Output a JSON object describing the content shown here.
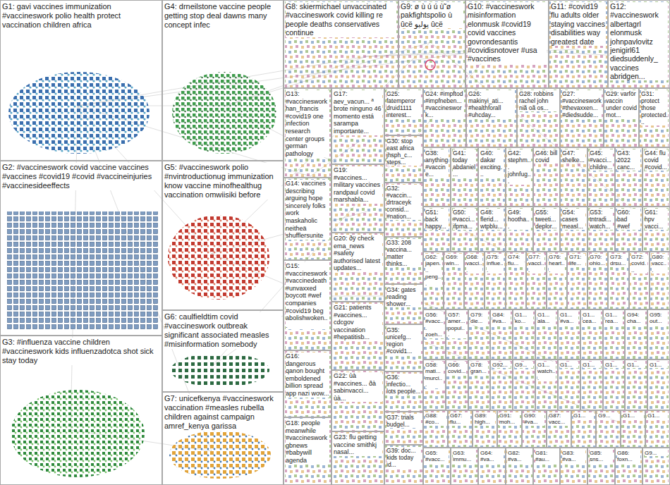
{
  "diagram": {
    "nodes": [
      {
        "text": [
          "G1: gavi vaccines immunization #vaccineswork polio health protect vaccination children africa"
        ]
      },
      {
        "text": [
          "G2: #vaccineswork covid vaccine vaccines #vaccines #covid19 #covid #vaccineinjuries #vaccinesideeffects"
        ]
      },
      {
        "text": [
          "G3: #influenza vaccine children #vaccineswork kids influenzadotca shot sick stay today"
        ]
      },
      {
        "text": [
          "G4: drneilstone vaccine people getting stop deal dawns many concept infec"
        ]
      },
      {
        "text": [
          "G5: #vaccineswork polio #nvintroductionug immunization know vaccine minofhealthug vaccination omwiisiki before"
        ]
      },
      {
        "text": [
          "G6: caulfieldtim covid #vaccineswork outbreak significant associated measles #misinformation somebody"
        ]
      },
      {
        "text": [
          "G7: unicefkenya #vaccineswork vaccination #measles rubella children against campaign amref_kenya garissa"
        ]
      },
      {
        "text": [
          "G8: skiermichael unvaccinated #vaccineswork covid killing re people deaths conservatives continue"
        ]
      },
      {
        "text": [
          "G9: ø ù ú ú ù˜ø pakfightspolio ù ûcë پولیو ûcë"
        ]
      },
      {
        "text": [
          "G10: #vaccineswork misinformation elonmusk #covid19 covid vaccines govrondesantis #covidisnotover #usa #vaccines"
        ]
      },
      {
        "text": [
          "G11: #covid19 flu adults older staying vaccines disabilities way greatest date"
        ]
      },
      {
        "text": [
          "G12: #vaccineswork albertagrl elonmusk johnpavlovitz jenigirl61 diedsuddenly_ vaccines abridgen..."
        ]
      },
      {
        "text": [
          "G13: #vaccineswork han_francis #covid19 one infection research center groups german pathology"
        ]
      },
      {
        "text": [
          "G14: vaccines describing arguing hope sincerely folks work maskaholic neitheä shufflersunite"
        ]
      },
      {
        "text": [
          "G15: #vaccineswork #vaccinedeath #unvaxxed boycott #wef companies #covid19 beg abolishwoken..."
        ]
      },
      {
        "text": [
          "G16: dangerous qanon bought emboldened billion spread app nazi wow..."
        ]
      },
      {
        "text": [
          "G18: people meanwhile #vaccineswork gbnews #babywill agenda"
        ]
      },
      {
        "text": [
          "G17: aev_vacun... ª brote ninguno 46 momento está sarampa importante..."
        ]
      },
      {
        "text": [
          "G19: #vaccines... military vaccines randpaul covid marshabla..."
        ]
      },
      {
        "text": [
          "G20: ðÿ check ema_news #safety authorised latest updates..."
        ]
      },
      {
        "text": [
          "G21: patients #vaccines... cdcgov vaccination #hepatitisb..."
        ]
      },
      {
        "text": [
          "G22: ùà #vaccines... ðà sabinvacci... ùà..."
        ]
      },
      {
        "text": [
          "G23: flu getting vaccine smithkj nasal..."
        ]
      },
      {
        "text": [
          "G25: fatemperor druid1111 interest..."
        ]
      },
      {
        "text": [
          "G30: stop east africa jhsph_c... steps..."
        ]
      },
      {
        "text": [
          "G32: #vaccin... drtraceyk consid... #nation..."
        ]
      },
      {
        "text": [
          "G33: 208 vaccina... matter thinks..."
        ]
      },
      {
        "text": [
          "G34: gates reading shower..."
        ]
      },
      {
        "text": [
          "G35: unicefg... region #covid1..."
        ]
      },
      {
        "text": [
          "G36: infectio... lots people..."
        ]
      },
      {
        "text": [
          "G37: trials budgel..."
        ]
      },
      {
        "text": [
          "G39: doc... kids today id..."
        ]
      },
      {
        "text": [
          "G24: #impftod #impfneben... #vaccineswork..."
        ]
      },
      {
        "text": [
          "G26: makinyi_ati... #healthforall #uhcday..."
        ]
      },
      {
        "text": [
          "G28: robbins rachel john niã oã os..."
        ]
      },
      {
        "text": [
          "G27: #vaccineswork #thevaxxen... #diedsudde..."
        ]
      },
      {
        "text": [
          "G29: varför vaccin under covid mot..."
        ]
      },
      {
        "text": [
          "G31: protect those protected..."
        ]
      },
      {
        "text": [
          "G38: anything #vaccine..."
        ]
      },
      {
        "text": [
          "G41: today abdaniel..."
        ]
      },
      {
        "text": [
          "G40: dakar exciting..."
        ]
      },
      {
        "text": [
          "G42: stephm... johnfug..."
        ]
      },
      {
        "text": [
          "G46: bill covid"
        ]
      },
      {
        "text": [
          "G47: shelke..."
        ]
      },
      {
        "text": [
          "G45: #vacci... childre..."
        ]
      },
      {
        "text": [
          "G43: 2022 canc..."
        ]
      },
      {
        "text": [
          "G44: flu covid #covid..."
        ]
      },
      {
        "text": [
          "G51: back happy..."
        ]
      },
      {
        "text": [
          "G50: #vacci... ifpma..."
        ]
      },
      {
        "text": [
          "G48: flerid... wtpblu..."
        ]
      },
      {
        "text": [
          "G49: hootha..."
        ]
      },
      {
        "text": [
          "G55: tweeti... deplor..."
        ]
      },
      {
        "text": [
          "G54: cases measl..."
        ]
      },
      {
        "text": [
          "G53: tntradi... watch..."
        ]
      },
      {
        "text": [
          "G60: bad #wef"
        ]
      },
      {
        "text": [
          "G61: hpv vacci..."
        ]
      },
      {
        "text": [
          "G62: japen... peng..."
        ]
      },
      {
        "text": [
          "G69: win..."
        ]
      },
      {
        "text": [
          "G68: vacci..."
        ]
      },
      {
        "text": [
          "G75: influe..."
        ]
      },
      {
        "text": [
          "G74: flu..."
        ]
      },
      {
        "text": [
          "G77: vacci..."
        ]
      },
      {
        "text": [
          "G76: heart..."
        ]
      },
      {
        "text": [
          "G71: life..."
        ]
      },
      {
        "text": [
          "G70: ohio..."
        ]
      },
      {
        "text": [
          "G73: drsu..."
        ]
      },
      {
        "text": [
          "G72: covid..."
        ]
      },
      {
        "text": [
          "G80: vacc..."
        ]
      },
      {
        "text": [
          "G56: #vacc... zoeh..."
        ]
      },
      {
        "text": [
          "G57: amer... popul..."
        ]
      },
      {
        "text": [
          "G79: die..."
        ]
      },
      {
        "text": [
          "G84: #va..."
        ]
      },
      {
        "text": [
          "G1... ko..."
        ]
      },
      {
        "text": [
          "G1... ala..."
        ]
      },
      {
        "text": [
          "G1... #va..."
        ]
      },
      {
        "text": [
          "G1... cea..."
        ]
      },
      {
        "text": [
          "G1... rea..."
        ]
      },
      {
        "text": [
          "G94: cha..."
        ]
      },
      {
        "text": [
          "G95: out..."
        ]
      },
      {
        "text": [
          "G58: mati... murci..."
        ]
      },
      {
        "text": [
          "G66: covid..."
        ]
      },
      {
        "text": [
          "G78: gran..."
        ]
      },
      {
        "text": [
          "G92..."
        ]
      },
      {
        "text": [
          "G9..."
        ]
      },
      {
        "text": [
          "G1... watch..."
        ]
      },
      {
        "text": [
          "G1..."
        ]
      },
      {
        "text": [
          "G1..."
        ]
      },
      {
        "text": [
          "G1..."
        ]
      },
      {
        "text": [
          "G1..."
        ]
      },
      {
        "text": [
          "G1..."
        ]
      },
      {
        "text": [
          "G88: #co..."
        ]
      },
      {
        "text": [
          "G67: flu..."
        ]
      },
      {
        "text": [
          "G89: high..."
        ]
      },
      {
        "text": [
          "G91: moh..."
        ]
      },
      {
        "text": [
          "G90: #va..."
        ]
      },
      {
        "text": [
          "G87: vacc..."
        ]
      },
      {
        "text": [
          "G1..."
        ]
      },
      {
        "text": [
          "G9..."
        ]
      },
      {
        "text": [
          "G1..."
        ]
      },
      {
        "text": [
          "G1..."
        ]
      },
      {
        "text": [
          "G65: #vacc..."
        ]
      },
      {
        "text": [
          "G63: immu..."
        ]
      },
      {
        "text": [
          "G64: #va..."
        ]
      },
      {
        "text": [
          "G82: #va..."
        ]
      },
      {
        "text": [
          "G81: #au..."
        ]
      },
      {
        "text": [
          "G83: #va..."
        ]
      },
      {
        "text": [
          "G85: sns..."
        ]
      },
      {
        "text": [
          "G86: foxn..."
        ]
      },
      {
        "text": [
          "G9..."
        ]
      }
    ]
  }
}
